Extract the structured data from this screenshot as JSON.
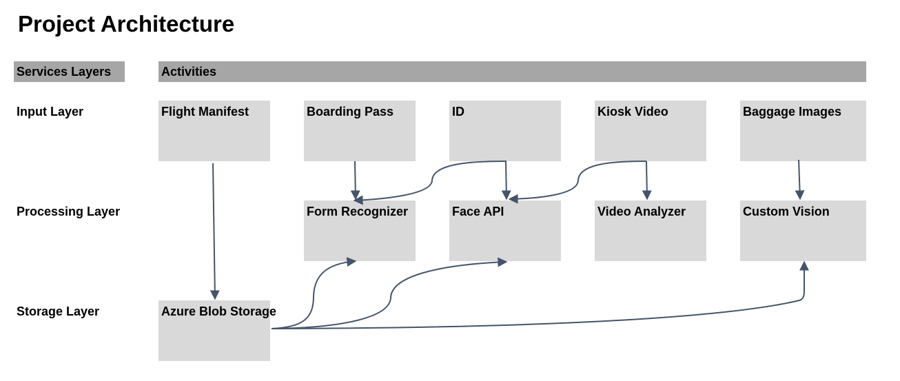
{
  "title": "Project Architecture",
  "headers": {
    "services": "Services Layers",
    "activities": "Activities"
  },
  "layers": {
    "input": "Input Layer",
    "processing": "Processing Layer",
    "storage": "Storage Layer"
  },
  "input_boxes": [
    "Flight Manifest",
    "Boarding Pass",
    "ID",
    "Kiosk Video",
    "Baggage Images"
  ],
  "processing_boxes": [
    "Form Recognizer",
    "Face API",
    "Video Analyzer",
    "Custom Vision"
  ],
  "storage_boxes": [
    "Azure Blob Storage"
  ],
  "colors": {
    "header_bar": "#a6a6a6",
    "box_fill": "#d9d9d9",
    "arrow": "#44546a"
  }
}
